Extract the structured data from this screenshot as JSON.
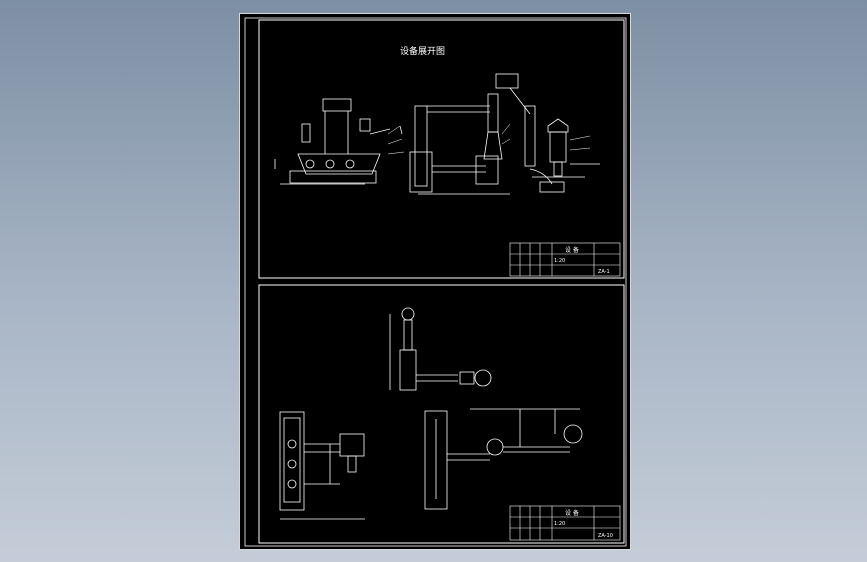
{
  "drawing": {
    "upper_title": "设备展开图",
    "upper_tb": {
      "name": "设 备",
      "code": "ZA-1",
      "scale": "1:20"
    },
    "lower_tb": {
      "name": "设 备",
      "code": "ZA-10",
      "scale": "1:20"
    }
  },
  "colors": {
    "background": "#000000",
    "lines": "#ffffff",
    "viewport": "#8fa0b3"
  }
}
